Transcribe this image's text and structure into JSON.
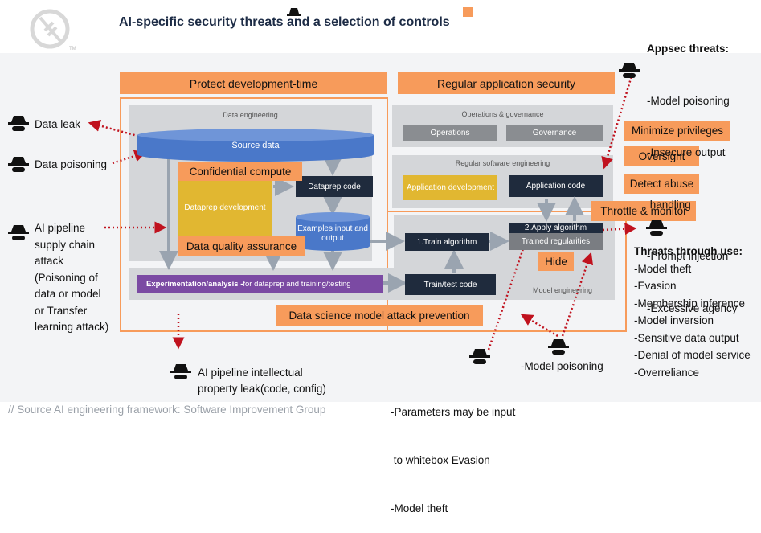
{
  "title": "AI-specific security threats and a selection of controls",
  "footer": "// Source AI engineering framework: Software Improvement Group",
  "headers": {
    "protect_dev": "Protect development-time",
    "regular_appsec": "Regular application security"
  },
  "sections": {
    "data_engineering": "Data engineering",
    "ops_governance": "Operations & governance",
    "regular_software": "Regular software engineering",
    "model_engineering": "Model engineering"
  },
  "boxes": {
    "source_data": "Source data",
    "dataprep_code": "Dataprep code",
    "dataprep_development": "Dataprep development",
    "examples": "Examples input and output",
    "operations": "Operations",
    "governance": "Governance",
    "application_development": "Application development",
    "application_code": "Application code",
    "train_algorithm": "1.Train algorithm",
    "apply_algorithm": "2.Apply algorithm",
    "trained_regularities": "Trained regularities",
    "train_test_code": "Train/test code",
    "experimentation_bold": "Experimentation/analysis -",
    "experimentation_rest": " for dataprep and training/testing"
  },
  "controls": {
    "confidential_compute": "Confidential compute",
    "data_quality": "Data quality assurance",
    "minimize_privileges": "Minimize privileges",
    "oversight": "Oversight",
    "detect_abuse": "Detect abuse",
    "throttle_monitor": "Throttle & monitor",
    "hide": "Hide",
    "ds_model_attack_prevention": "Data science model attack prevention"
  },
  "threats_left": {
    "data_leak": "Data leak",
    "data_poisoning": "Data poisoning",
    "pipeline_attack": [
      "AI pipeline",
      "supply chain",
      "attack",
      "(Poisoning of",
      "data or model",
      "or Transfer",
      "learning attack)"
    ],
    "ip_leak": [
      "AI pipeline intellectual",
      "property leak(code, config)"
    ]
  },
  "threats_bottom": {
    "parameters": [
      "-Parameters may be input",
      " to whitebox Evasion",
      "-Model theft"
    ],
    "model_poisoning": "-Model poisoning"
  },
  "appsec_threats": {
    "heading": "Appsec threats:",
    "items": [
      "-Model poisoning",
      "-Insecure output",
      " handling",
      "-Prompt injection",
      "-Excessive agency"
    ]
  },
  "threats_through_use": {
    "heading": "Threats through use:",
    "items": [
      "-Model theft",
      "-Evasion",
      "-Membership inference",
      "-Model inversion",
      "-Sensitive data output",
      "-Denial of model service",
      "-Overreliance"
    ]
  },
  "colors": {
    "orange": "#f79b5b",
    "navy": "#1f2b3d",
    "gold": "#e1b731",
    "purple": "#7b4aa3",
    "source_blue": "#4a78c9",
    "threat_red": "#c0121e"
  },
  "icons": {
    "threat_actor": "hacker-hat-icon",
    "logo": "wasp-logo-icon"
  }
}
